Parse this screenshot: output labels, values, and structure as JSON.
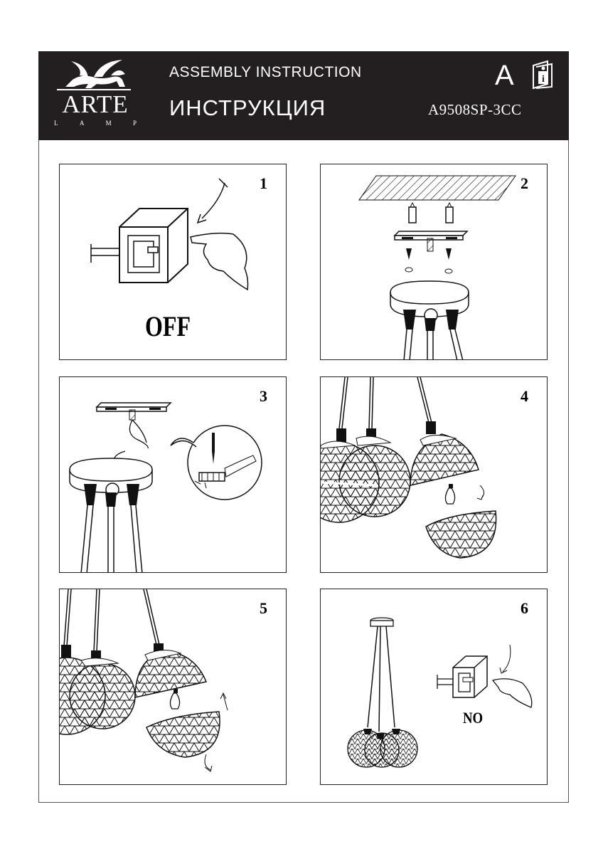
{
  "header": {
    "brand": "ARTE",
    "brand_sub": [
      "L",
      "A",
      "M",
      "P"
    ],
    "title_en": "ASSEMBLY INSTRUCTION",
    "title_ru": "ИНСТРУКЦИЯ",
    "letter": "A",
    "info_icon": "info-book-icon",
    "model": "A9508SP-3CC",
    "background": "#231f20"
  },
  "steps": [
    {
      "number": "1",
      "label": "OFF"
    },
    {
      "number": "2"
    },
    {
      "number": "3"
    },
    {
      "number": "4"
    },
    {
      "number": "5"
    },
    {
      "number": "6",
      "label": "NO"
    }
  ]
}
